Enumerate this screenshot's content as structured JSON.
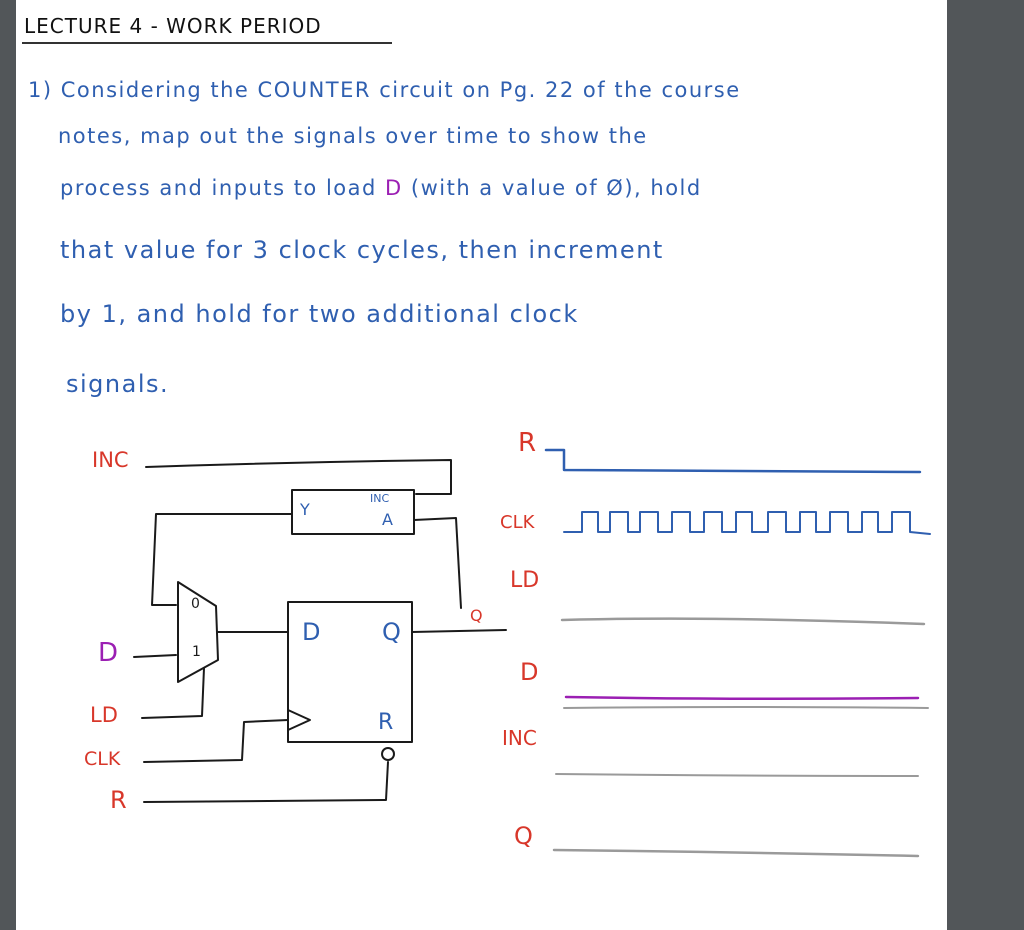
{
  "header": {
    "title": "LECTURE 4 - WORK PERIOD"
  },
  "question": {
    "line1_num": "1)",
    "line1_a": "Considering the",
    "line1_b": "COUNTER",
    "line1_c": "circuit on Pg. 22 of the course",
    "line2": "notes, map out the signals over time to show the",
    "line3_a": "process and inputs to load",
    "line3_d": "D",
    "line3_b": "(with a value of Ø), hold",
    "line4": "that value for 3 clock cycles, then increment",
    "line5": "by 1, and hold for two additional clock",
    "line6": "signals."
  },
  "circuit": {
    "inputs": {
      "inc": "INC",
      "d": "D",
      "ld": "LD",
      "clk": "CLK",
      "r": "R"
    },
    "mux_labels": {
      "zero": "0",
      "one": "1"
    },
    "register_labels": {
      "d": "D",
      "q": "Q",
      "r": "R"
    },
    "adder_labels": {
      "y": "Y",
      "inc": "INC",
      "a": "A"
    },
    "output": "Q"
  },
  "timing": {
    "signals": [
      {
        "name": "R"
      },
      {
        "name": "CLK"
      },
      {
        "name": "LD"
      },
      {
        "name": "D"
      },
      {
        "name": "INC"
      },
      {
        "name": "Q"
      }
    ]
  },
  "colors": {
    "ink_blue": "#2f5fb0",
    "ink_red": "#d8372a",
    "ink_purple": "#9b1fb3",
    "ink_black": "#1a1a1a",
    "pencil_gray": "#9a9a9a",
    "viewer_bg": "#525659"
  }
}
